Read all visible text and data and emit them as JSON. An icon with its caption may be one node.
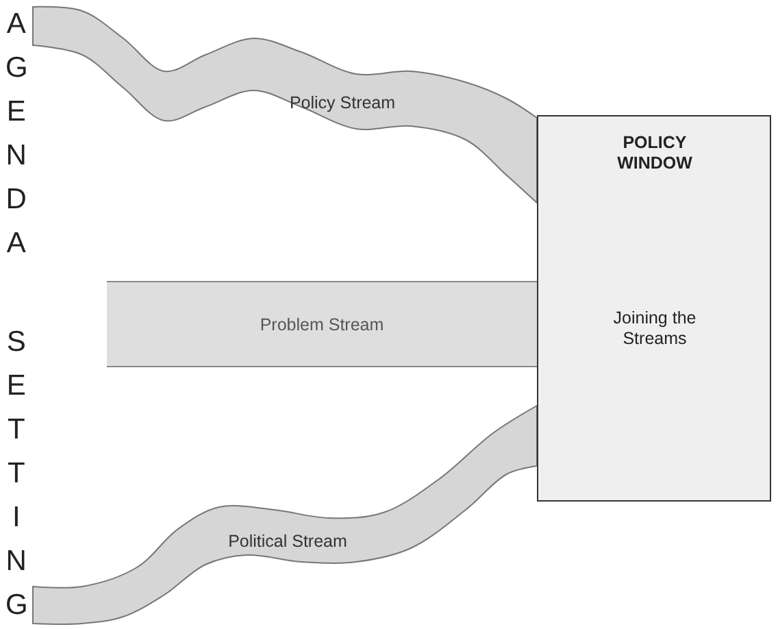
{
  "diagram": {
    "nodes": [
      {
        "text": [
          "Policy Stream"
        ]
      },
      {
        "text": [
          "Problem Stream"
        ]
      },
      {
        "text": [
          "Political Stream"
        ]
      },
      {
        "text": [
          "POLICY WINDOW",
          "Joining the Streams"
        ]
      }
    ],
    "labels": [
      "AGENDA",
      "SETTING"
    ]
  }
}
